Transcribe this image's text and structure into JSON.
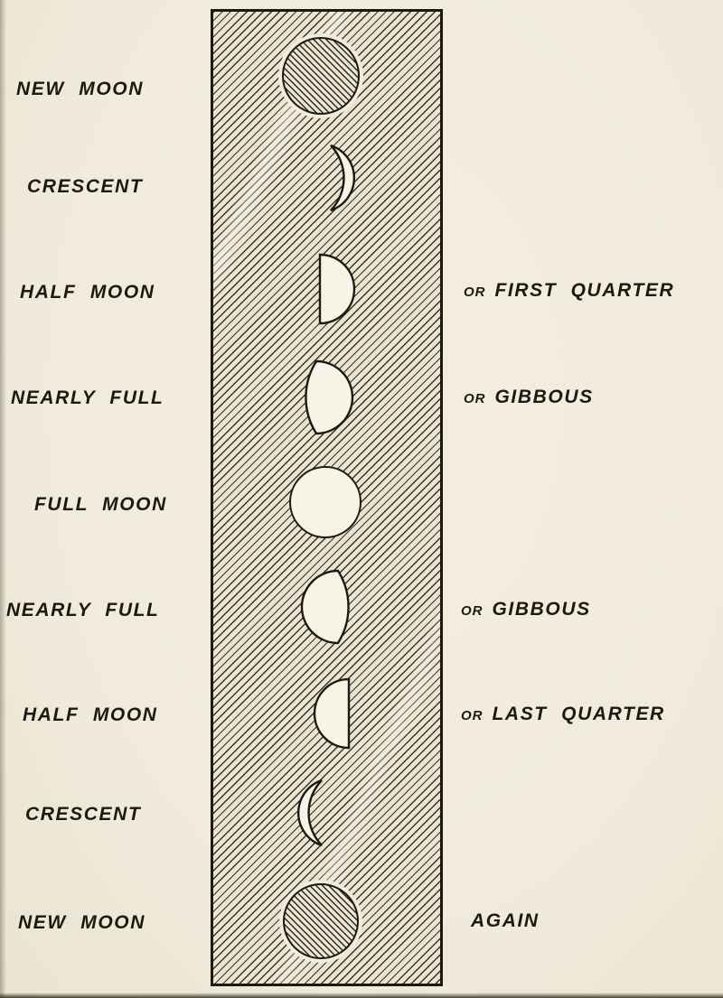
{
  "diagram": {
    "rows": [
      {
        "phase": "new-moon",
        "left_label": "NEW MOON",
        "right_prefix": "",
        "right_label": ""
      },
      {
        "phase": "waxing-crescent",
        "left_label": "CRESCENT",
        "right_prefix": "",
        "right_label": ""
      },
      {
        "phase": "first-quarter",
        "left_label": "HALF MOON",
        "right_prefix": "OR",
        "right_label": "FIRST QUARTER"
      },
      {
        "phase": "waxing-gibbous",
        "left_label": "NEARLY FULL",
        "right_prefix": "OR",
        "right_label": "GIBBOUS"
      },
      {
        "phase": "full-moon",
        "left_label": "FULL MOON",
        "right_prefix": "",
        "right_label": ""
      },
      {
        "phase": "waning-gibbous",
        "left_label": "NEARLY FULL",
        "right_prefix": "OR",
        "right_label": "GIBBOUS"
      },
      {
        "phase": "last-quarter",
        "left_label": "HALF MOON",
        "right_prefix": "OR",
        "right_label": "LAST QUARTER"
      },
      {
        "phase": "waning-crescent",
        "left_label": "CRESCENT",
        "right_prefix": "",
        "right_label": ""
      },
      {
        "phase": "new-moon",
        "left_label": "NEW MOON",
        "right_prefix": "",
        "right_label": "AGAIN"
      }
    ],
    "colors": {
      "paper": "#f1ecdd",
      "ink": "#1b1a12",
      "moon_fill": "#f7f3e6",
      "band_fill": "#eae5d1"
    }
  }
}
